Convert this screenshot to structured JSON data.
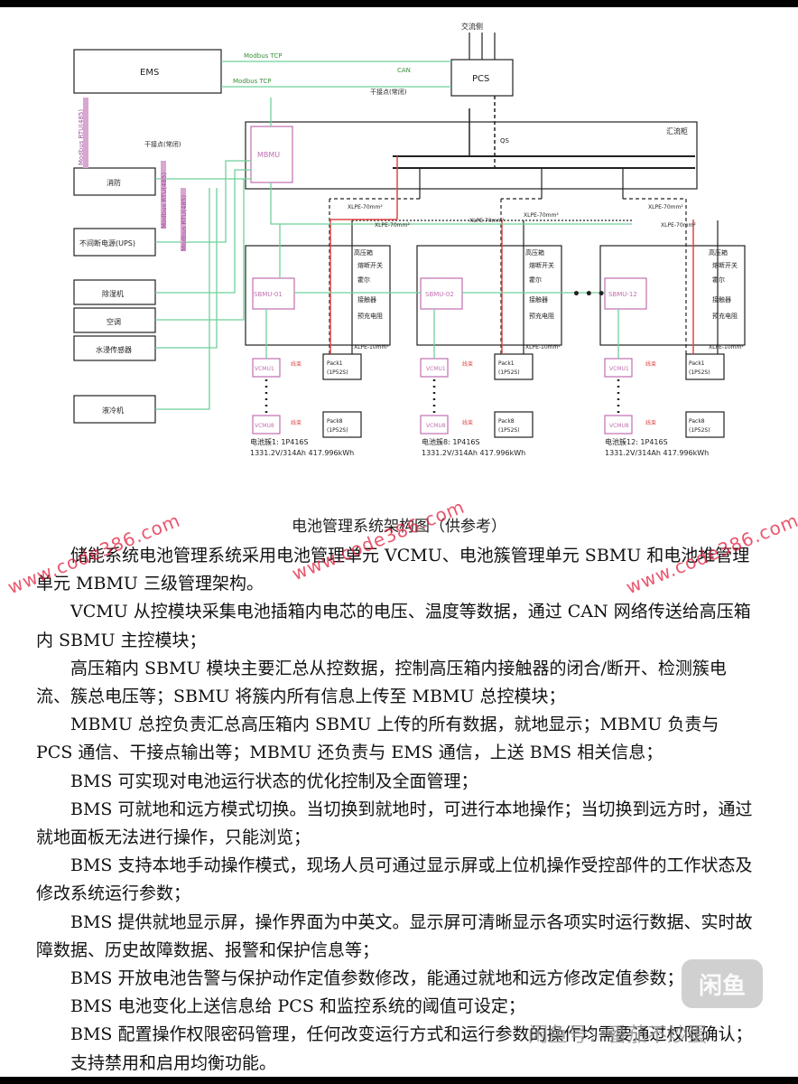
{
  "diagram": {
    "labels": {
      "grid": "交流侧",
      "pcs": "PCS",
      "ems": "EMS",
      "bus": "汇流柜",
      "mbmu": "MBMU",
      "fire": "消防",
      "ups": "不间断电源(UPS)",
      "dehumidifier": "除湿机",
      "ac": "空调",
      "water": "水浸传感器",
      "chiller": "液冷机",
      "modbus_tcp_1": "Modbus TCP",
      "modbus_tcp_2": "Modbus TCP",
      "can": "CAN",
      "dry_contact_pcs": "干接点(常闭)",
      "dry_contact_fire": "干接点(常闭)",
      "modbus_rtu_1": "Modbus RTU(485)",
      "modbus_rtu_2": "Modbus RTU(485)",
      "modbus_rtu_3": "Modbus RTU(485)",
      "qs": "QS",
      "cable_1": "XLPE-70mm²",
      "cable_2": "XLPE-70mm²",
      "cable_3": "XLPE-70mm²",
      "cable_4": "XLPE-70mm²",
      "cable_5": "XLPE-70mm²",
      "cable_6": "XLPE-70mm²",
      "ellipsis": "• • •"
    },
    "clusters": [
      {
        "sbmu": "SBMU-01",
        "hv_box": "高压箱",
        "fuse": "熔断开关",
        "current": "霍尔",
        "contactor": "接触器",
        "precharge": "预充电阻",
        "vcmu_top": "VCMU1",
        "vcmu_bottom": "VCMU8",
        "pack_top": "Pack1\n(1P52S)",
        "pack_bottom": "Pack8\n(1P52S)",
        "wire": "线束",
        "cluster_line": "电池簇1: 1P416S",
        "spec_line": "1331.2V/314Ah  417.996kWh",
        "link": "XLPE-10mm²"
      },
      {
        "sbmu": "SBMU-02",
        "hv_box": "高压箱",
        "fuse": "熔断开关",
        "current": "霍尔",
        "contactor": "接触器",
        "precharge": "预充电阻",
        "vcmu_top": "VCMU1",
        "vcmu_bottom": "VCMU8",
        "pack_top": "Pack1\n(1P52S)",
        "pack_bottom": "Pack8\n(1P52S)",
        "wire": "线束",
        "cluster_line": "电池簇8: 1P416S",
        "spec_line": "1331.2V/314Ah  417.996kWh",
        "link": "XLPE-10mm²"
      },
      {
        "sbmu": "SBMU-12",
        "hv_box": "高压箱",
        "fuse": "熔断开关",
        "current": "霍尔",
        "contactor": "接触器",
        "precharge": "预充电阻",
        "vcmu_top": "VCMU1",
        "vcmu_bottom": "VCMU8",
        "pack_top": "Pack1\n(1P52S)",
        "pack_bottom": "Pack8\n(1P52S)",
        "wire": "线束",
        "cluster_line": "电池簇12: 1P416S",
        "spec_line": "1331.2V/314Ah  417.996kWh",
        "link": "XLPE-10mm²"
      }
    ]
  },
  "caption": "电池管理系统架构图（供参考）",
  "paragraphs": [
    "储能系统电池管理系统采用电池管理单元 VCMU、电池簇管理单元 SBMU 和电池堆管理单元 MBMU 三级管理架构。",
    "VCMU 从控模块采集电池插箱内电芯的电压、温度等数据，通过 CAN 网络传送给高压箱内 SBMU 主控模块；",
    "高压箱内 SBMU 模块主要汇总从控数据，控制高压箱内接触器的闭合/断开、检测簇电流、簇总电压等；SBMU 将簇内所有信息上传至 MBMU 总控模块；",
    "MBMU 总控负责汇总高压箱内 SBMU 上传的所有数据，就地显示；MBMU 负责与 PCS 通信、干接点输出等；MBMU 还负责与 EMS 通信，上送 BMS 相关信息；",
    "BMS 可实现对电池运行状态的优化控制及全面管理；",
    "BMS 可就地和远方模式切换。当切换到就地时，可进行本地操作；当切换到远方时，通过就地面板无法进行操作，只能浏览；",
    "BMS 支持本地手动操作模式，现场人员可通过显示屏或上位机操作受控部件的工作状态及修改系统运行参数；",
    "BMS 提供就地显示屏，操作界面为中英文。显示屏可清晰显示各项实时运行数据、实时故障数据、历史故障数据、报警和保护信息等；",
    "BMS 开放电池告警与保护动作定值参数修改，能通过就地和远方修改定值参数；",
    "BMS 电池变化上送信息给 PCS 和监控系统的阈值可设定；",
    "BMS 配置操作权限密码管理，任何改变运行方式和运行参数的操作均需要通过权限确认；",
    "支持禁用和启用均衡功能。"
  ],
  "watermarks": {
    "wm1": "www.code386.com",
    "wm2": "www.code386.com",
    "wm3": "www.code386.com"
  },
  "overlay": {
    "app_icon": "闲鱼",
    "app_text": "闲鱼号：番茄不炒蛋"
  }
}
